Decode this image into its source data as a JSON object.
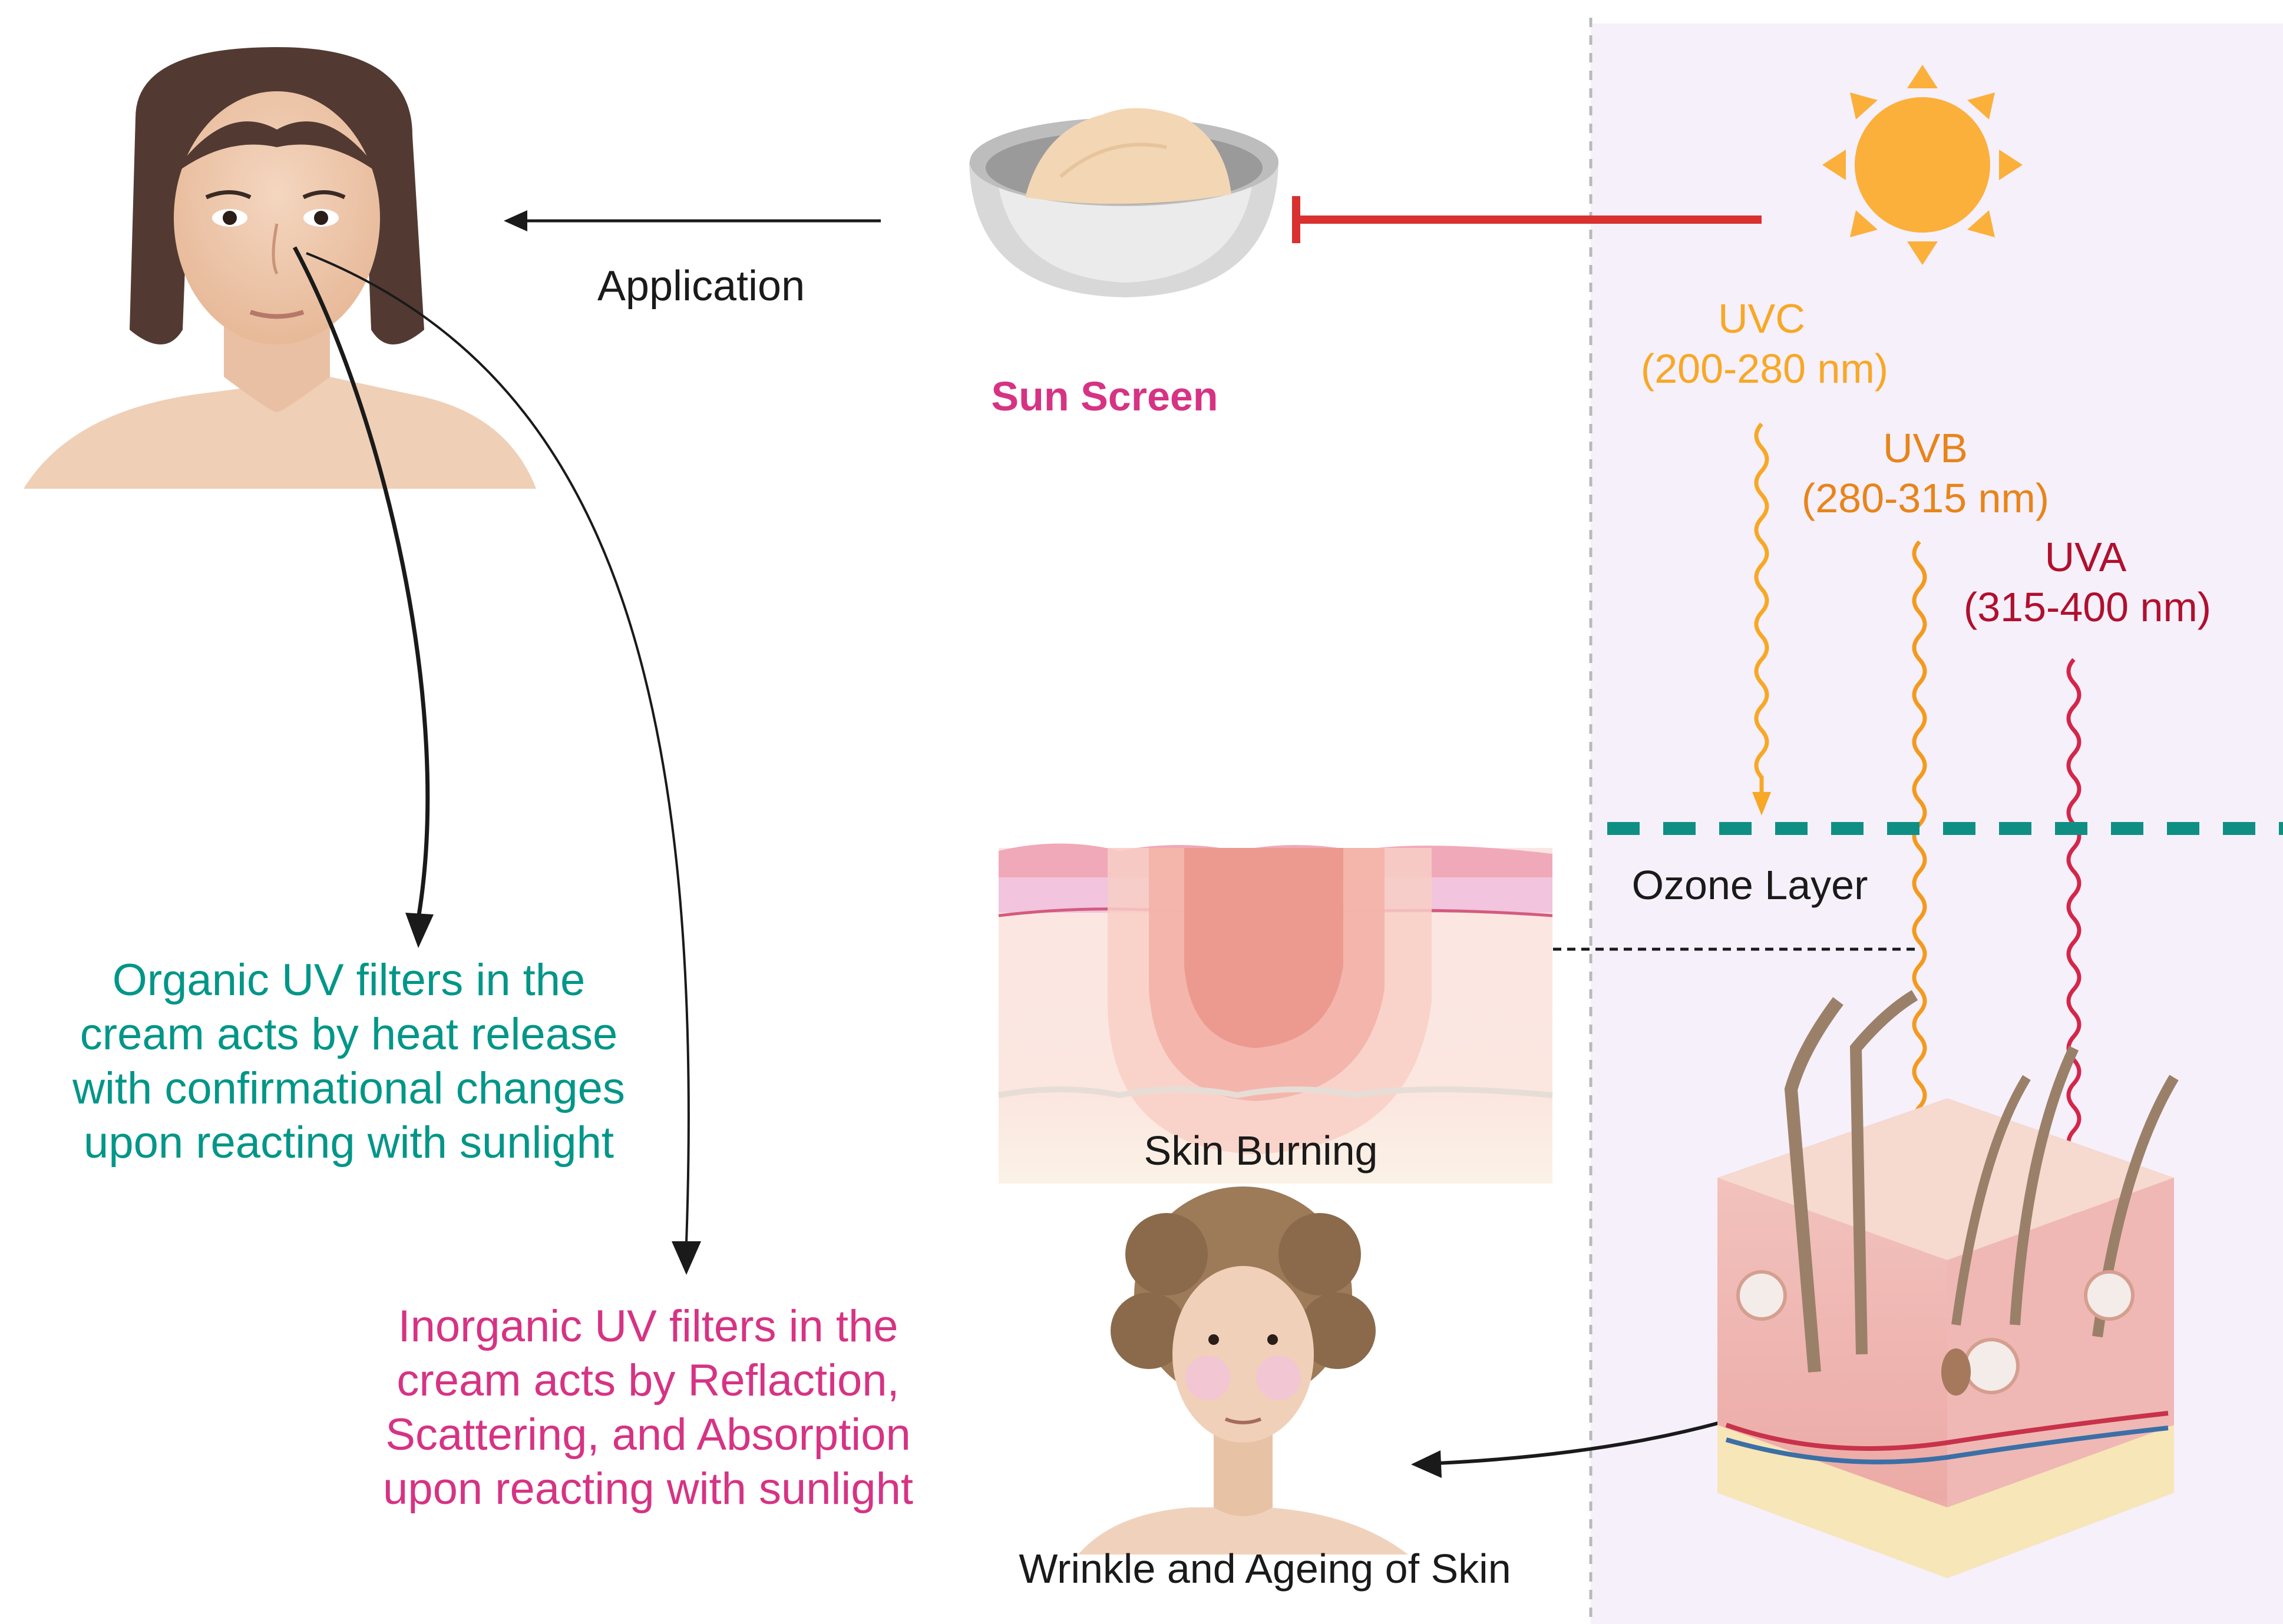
{
  "colors": {
    "teal": "#009688",
    "magenta": "#d63384",
    "uvc": "#f7a826",
    "uvb": "#e8841a",
    "uva": "#b0102e",
    "red_inhibit": "#d93030",
    "ozone": "#0f8f84",
    "sun": "#fbb03b",
    "panel": "#f6f0fb",
    "ink": "#1a1a1a"
  },
  "labels": {
    "application": "Application",
    "sunscreen": "Sun Screen",
    "uvc_name": "UVC",
    "uvc_range": "(200-280 nm)",
    "uvb_name": "UVB",
    "uvb_range": "(280-315 nm)",
    "uva_name": "UVA",
    "uva_range": "(315-400 nm)",
    "ozone": "Ozone Layer",
    "burning": "Skin Burning",
    "wrinkle": "Wrinkle and Ageing of Skin"
  },
  "organic_text": [
    "Organic UV filters in the",
    "cream acts by heat release",
    "with confirmational changes",
    "upon reacting with sunlight"
  ],
  "inorganic_text": [
    "Inorganic UV filters in the",
    "cream acts by Reflaction,",
    "Scattering, and Absorption",
    "upon reacting with sunlight"
  ],
  "icons": [
    "woman-face-icon",
    "sunscreen-bowl-icon",
    "sun-icon",
    "skin-burn-icon",
    "aged-woman-icon",
    "skin-cross-section-icon"
  ]
}
